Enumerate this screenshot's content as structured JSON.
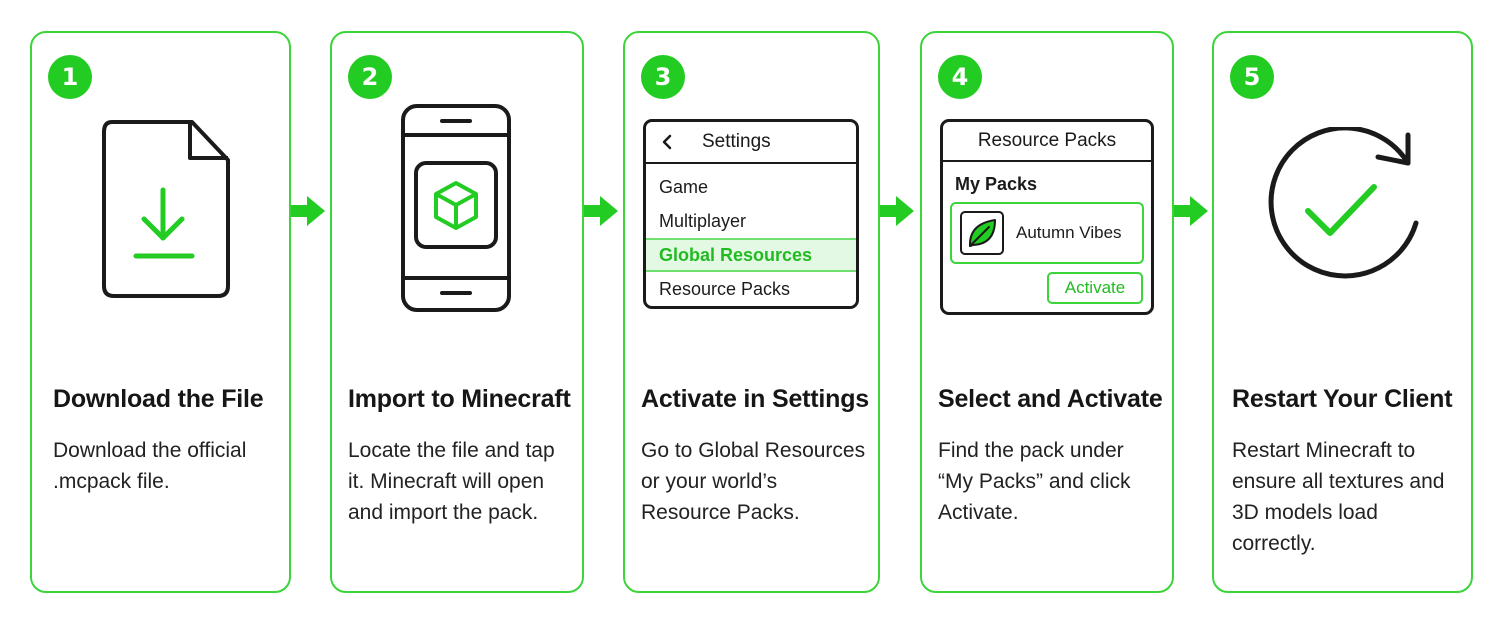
{
  "steps": [
    {
      "number": "1",
      "title": "Download the File",
      "description": "Download the official\n.mcpack file.",
      "icon": "download-file-icon"
    },
    {
      "number": "2",
      "title": "Import to Minecraft",
      "description": "Locate the file and tap\nit. Minecraft will open\nand import the pack.",
      "icon": "phone-cube-icon"
    },
    {
      "number": "3",
      "title": "Activate in Settings",
      "description": "Go to Global Resources\nor your world’s\nResource Packs.",
      "icon": "settings-menu"
    },
    {
      "number": "4",
      "title": "Select and Activate",
      "description": "Find the pack under\n“My Packs” and click\nActivate.",
      "icon": "resource-pack-panel"
    },
    {
      "number": "5",
      "title": "Restart Your Client",
      "description": "Restart Minecraft to\nensure all textures and\n3D models load\ncorrectly.",
      "icon": "restart-check-icon"
    }
  ],
  "settings_panel": {
    "back_icon": "chevron-left-icon",
    "title": "Settings",
    "items": [
      {
        "label": "Game",
        "active": false
      },
      {
        "label": "Multiplayer",
        "active": false
      },
      {
        "label": "Global Resources",
        "active": true
      },
      {
        "label": "Resource Packs",
        "active": false
      }
    ]
  },
  "packs_panel": {
    "title": "Resource Packs",
    "section": "My Packs",
    "pack_name": "Autumn Vibes",
    "pack_icon": "leaf-icon",
    "button_label": "Activate"
  },
  "colors": {
    "accent": "#22cc22",
    "border": "#3bd53b",
    "text": "#1b1b1b"
  }
}
